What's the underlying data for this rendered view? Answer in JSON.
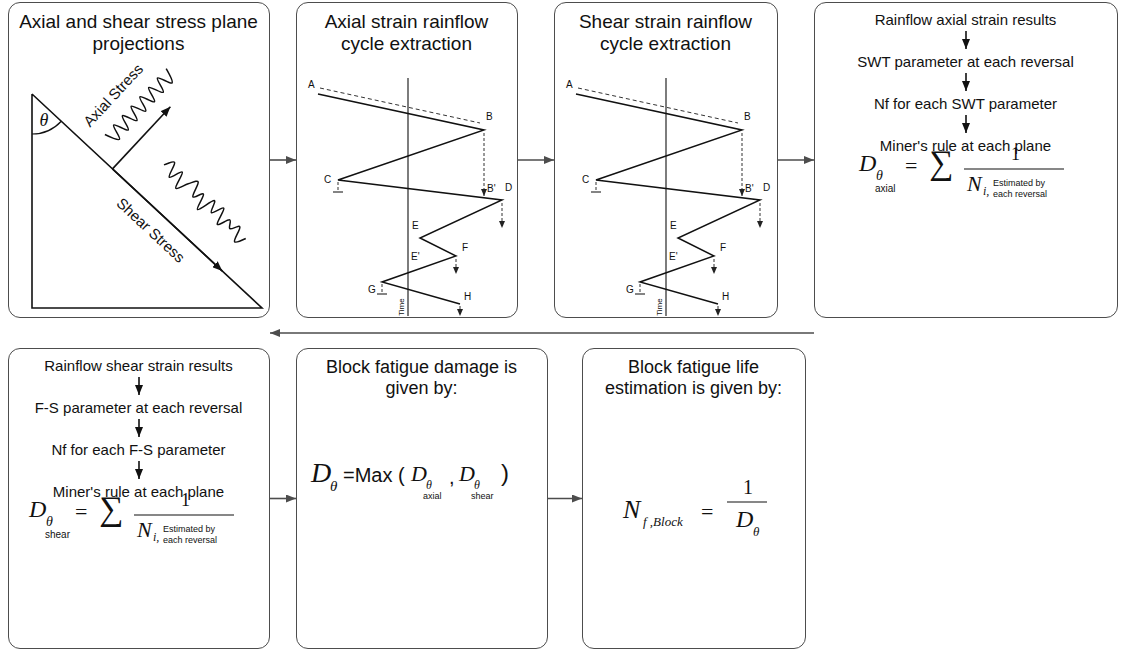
{
  "diagram": {
    "nodes": [
      {
        "text": [
          "Axial and shear stress plane projections"
        ]
      },
      {
        "text": [
          "Axial strain rainflow cycle extraction"
        ]
      },
      {
        "text": [
          "Shear strain rainflow cycle extraction"
        ]
      },
      {
        "text": [
          "Rainflow axial strain results",
          "SWT parameter at each reversal",
          "Nf for each SWT parameter",
          "Miner's rule at each plane",
          "D",
          "θ",
          "axial",
          "=",
          "∑",
          "1",
          "N",
          "i,",
          "Estimated by",
          "each reversal"
        ]
      },
      {
        "text": [
          "Rainflow shear strain results",
          "F-S parameter at each reversal",
          "Nf for each  F-S parameter",
          "Miner's rule at each plane",
          "D",
          "θ",
          "shear",
          "=",
          "∑",
          "1",
          "N",
          "i,",
          "Estimated by",
          "each reversal"
        ]
      },
      {
        "text": [
          "Block fatigue damage is given by:",
          "D",
          "θ",
          "=Max (",
          "D",
          "θ",
          "axial",
          ",",
          "D",
          "θ",
          "shear",
          ")"
        ]
      },
      {
        "text": [
          "Block fatigue life estimation is given by:",
          "N",
          "f ,Block",
          "=",
          "1",
          "D",
          "θ"
        ]
      }
    ],
    "edges": [
      {
        "from": 0,
        "to": 1,
        "arrow": "to"
      },
      {
        "from": 1,
        "to": 2,
        "arrow": "to"
      },
      {
        "from": 2,
        "to": 3,
        "arrow": "to"
      },
      {
        "from": 3,
        "to": 4,
        "arrow": "to"
      },
      {
        "from": 4,
        "to": 5,
        "arrow": "to"
      },
      {
        "from": 5,
        "to": 6,
        "arrow": "to"
      }
    ],
    "labels": [
      "θ",
      "Axial Stress",
      "Shear Stress",
      "A",
      "B",
      "C",
      "B'",
      "D",
      "E",
      "F",
      "E'",
      "G",
      "H",
      "Time",
      "A",
      "B",
      "C",
      "B'",
      "D",
      "E",
      "F",
      "E'",
      "G",
      "H",
      "Time"
    ]
  }
}
